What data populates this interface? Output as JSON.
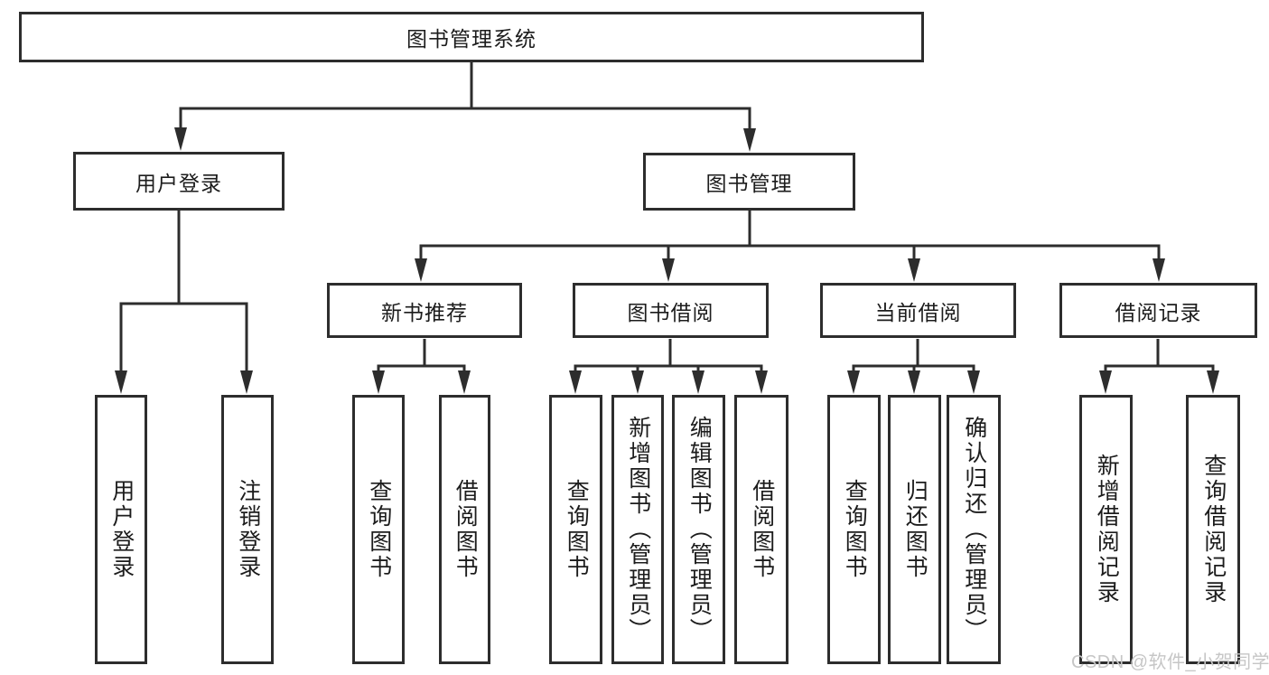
{
  "diagram": {
    "type": "hierarchy-tree",
    "root": {
      "label": "图书管理系统",
      "children": [
        {
          "label": "用户登录",
          "children": [
            {
              "label": "用户登录"
            },
            {
              "label": "注销登录"
            }
          ]
        },
        {
          "label": "图书管理",
          "children": [
            {
              "label": "新书推荐",
              "children": [
                {
                  "label": "查询图书"
                },
                {
                  "label": "借阅图书"
                }
              ]
            },
            {
              "label": "图书借阅",
              "children": [
                {
                  "label": "查询图书"
                },
                {
                  "label": "新增图书（管理员）"
                },
                {
                  "label": "编辑图书（管理员）"
                },
                {
                  "label": "借阅图书"
                }
              ]
            },
            {
              "label": "当前借阅",
              "children": [
                {
                  "label": "查询图书"
                },
                {
                  "label": "归还图书"
                },
                {
                  "label": "确认归还（管理员）"
                }
              ]
            },
            {
              "label": "借阅记录",
              "children": [
                {
                  "label": "新增借阅记录"
                },
                {
                  "label": "查询借阅记录"
                }
              ]
            }
          ]
        }
      ]
    }
  },
  "watermark": {
    "text": "CSDN @软件_小贺同学"
  },
  "colors": {
    "line": "#2d2d2d",
    "box_border": "#2d2d2d",
    "text": "#1c1c1c",
    "watermark": "#c6c6c6",
    "background": "#ffffff"
  }
}
